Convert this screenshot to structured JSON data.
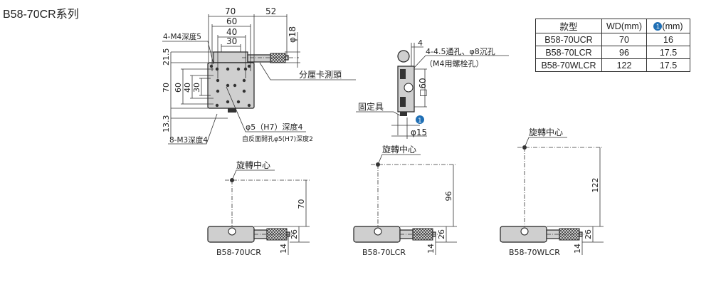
{
  "title": "B58-70CR系列",
  "top_view": {
    "dims_top": [
      "70",
      "60",
      "40",
      "30"
    ],
    "dim_micrometer": "52",
    "dim_phi18": "φ18",
    "dims_left": [
      "21.5",
      "70",
      "60",
      "40",
      "30",
      "13.3"
    ],
    "label_m4": "4-M4深度5",
    "label_micrometer": "分厘卡測頭",
    "label_pin": "φ5（H7）深度4",
    "label_back_hole": "自反面開孔φ5(H7)深度2",
    "label_m3": "8-M3深度4"
  },
  "side_view": {
    "dim_4": "4",
    "label_hole": "4-4.5通孔、φ8沉孔",
    "label_hole_sub": "（M4用螺栓孔）",
    "dim_square": "□60",
    "label_fixture": "固定具",
    "badge": "1",
    "dim_phi15": "φ15"
  },
  "table": {
    "headers": [
      "款型",
      "WD(mm)",
      "(mm)"
    ],
    "header_badge": "1",
    "rows": [
      [
        "B58-70UCR",
        "70",
        "16"
      ],
      [
        "B58-70LCR",
        "96",
        "17.5"
      ],
      [
        "B58-70WLCR",
        "122",
        "17.5"
      ]
    ]
  },
  "front_views": [
    {
      "model": "B58-70UCR",
      "center_label": "旋轉中心",
      "wd": "70",
      "height": "26",
      "offset": "14"
    },
    {
      "model": "B58-70LCR",
      "center_label": "旋轉中心",
      "wd": "96",
      "height": "26",
      "offset": "14"
    },
    {
      "model": "B58-70WLCR",
      "center_label": "旋轉中心",
      "wd": "122",
      "height": "26",
      "offset": "14"
    }
  ]
}
